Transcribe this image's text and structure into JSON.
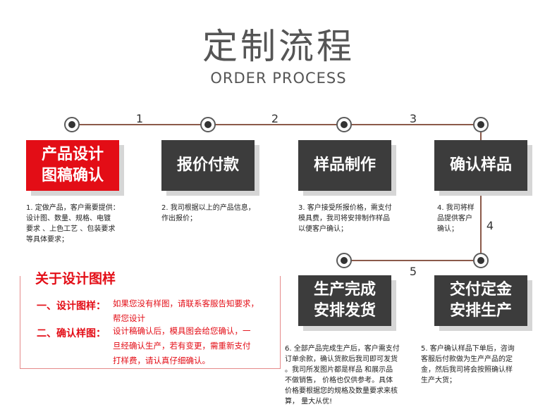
{
  "header": {
    "title_cn": "定制流程",
    "title_en": "ORDER PROCESS"
  },
  "step_numbers": [
    "1",
    "2",
    "3",
    "4",
    "5"
  ],
  "steps": [
    {
      "line1": "产品设计",
      "line2": "图稿确认",
      "desc": [
        "1. 定做产品，客户需要提供：",
        "设计图、数量、规格、电镀",
        "要求 、上色工艺 、包装要求",
        "等具体要求；"
      ]
    },
    {
      "line1": "报价付款",
      "line2": "",
      "desc": [
        "2. 我司根据以上的产品信息，",
        "作出报价；"
      ]
    },
    {
      "line1": "样品制作",
      "line2": "",
      "desc": [
        "3. 客户接受所报价格，需支付",
        "模具费，我司将安排制作样品",
        "以便客户确认；"
      ]
    },
    {
      "line1": "确认样品",
      "line2": "",
      "desc": [
        "4. 我司将样",
        "品提供客户",
        "确认；"
      ]
    },
    {
      "line1": "交付定金",
      "line2": "安排生产",
      "desc": [
        "5. 客户确认样品下单后，咨询",
        "客服后付款做为生产产品的定",
        "金，然后我司将会按照确认样",
        "生产大货；"
      ]
    },
    {
      "line1": "生产完成",
      "line2": "安排发货",
      "desc": [
        "6. 全部产品完成生产后，客户需支付",
        "订单余款，确认货款后我司即可发货",
        "。我司所发图片都是样品 和展示品",
        "不做销售，   价格也仅供参考。具体",
        "价格要根据您的规格及数量要求来核",
        "算，   量大从优!"
      ]
    }
  ],
  "about": {
    "title": "关于设计图样",
    "item1_label": "一、设计图样：",
    "item1_text": [
      "如果您没有样图，请联系客服告知要求，",
      "帮您设计"
    ],
    "item2_label": "二、确认样图：",
    "item2_text": [
      "设计稿确认后，模具图会给您确认，一",
      "旦经确认生产，若有变更，需重新支付",
      "打样费，请认真仔细确认。"
    ]
  },
  "colors": {
    "accent_red": "#e30d16",
    "box_dark": "#3c3c3c",
    "line_brown": "#8b5a4a"
  }
}
